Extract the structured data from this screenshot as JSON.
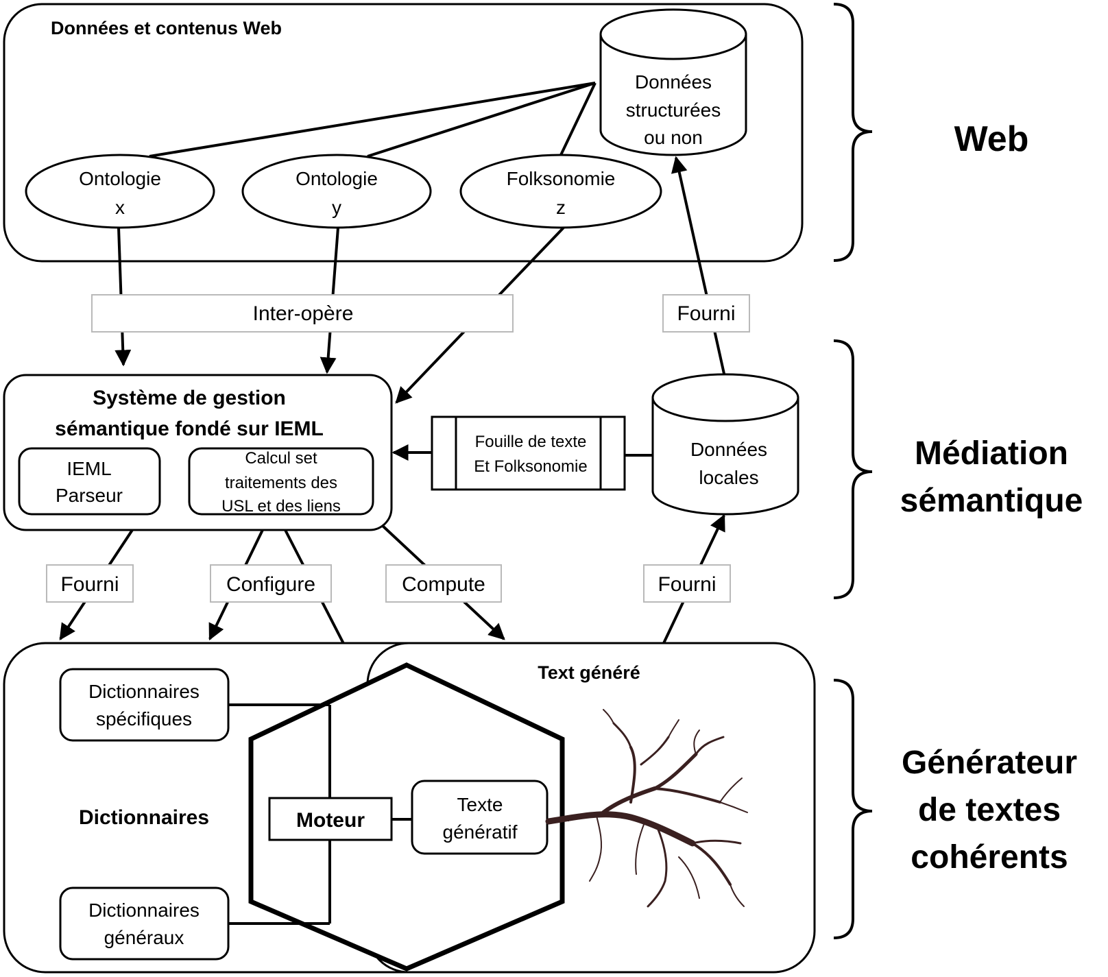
{
  "web_panel": {
    "title": "Données et contenus Web"
  },
  "database_web": {
    "line1": "Données",
    "line2": "structurées",
    "line3": "ou non"
  },
  "ontology_x": {
    "line1": "Ontologie",
    "line2": "x"
  },
  "ontology_y": {
    "line1": "Ontologie",
    "line2": "y"
  },
  "folksonomy_z": {
    "line1": "Folksonomie",
    "line2": "z"
  },
  "interop_label": "Inter-opère",
  "fourni_top_label": "Fourni",
  "ieml_system": {
    "title_line1": "Système de gestion",
    "title_line2": "sémantique fondé sur IEML",
    "parser_line1": "IEML",
    "parser_line2": "Parseur",
    "calc_line1": "Calcul set",
    "calc_line2": "traitements des",
    "calc_line3": "USL et des liens"
  },
  "text_mining": {
    "line1": "Fouille de texte",
    "line2": "Et Folksonomie"
  },
  "local_db": {
    "line1": "Données",
    "line2": "locales"
  },
  "edge_labels": {
    "fourni_left": "Fourni",
    "configure": "Configure",
    "compute": "Compute",
    "fourni_right": "Fourni"
  },
  "dictionaries": {
    "specific_line1": "Dictionnaires",
    "specific_line2": "spécifiques",
    "heading": "Dictionnaires",
    "general_line1": "Dictionnaires",
    "general_line2": "généraux"
  },
  "generated_text": {
    "title": "Text généré"
  },
  "engine": {
    "label": "Moteur"
  },
  "generative_text": {
    "line1": "Texte",
    "line2": "génératif"
  },
  "side_labels": {
    "web": "Web",
    "mediation_line1": "Médiation",
    "mediation_line2": "sémantique",
    "generator_line1": "Générateur",
    "generator_line2": "de textes",
    "generator_line3": "cohérents"
  },
  "colors": {
    "stroke": "#000000",
    "label_box_border": "#b9b9b9",
    "tree": "#3a2020"
  }
}
